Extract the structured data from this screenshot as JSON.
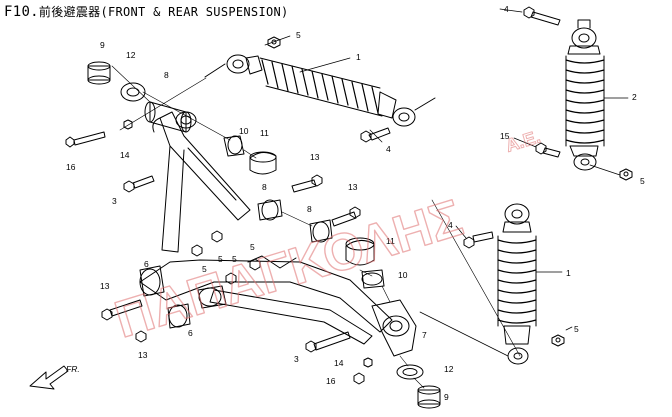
{
  "title": {
    "code": "F10.",
    "cjk": "前後避震器",
    "text": "(FRONT & REAR SUSPENSION)"
  },
  "watermark": {
    "main": "ΠΑΠΑΓΚΟΛΗΣ",
    "suffix": "Α.Ε."
  },
  "direction": {
    "label": "FR."
  },
  "callouts": {
    "c9a": "9",
    "c12a": "12",
    "c8a": "8",
    "c16a": "16",
    "c14a": "14",
    "c10a": "10",
    "c11a": "11",
    "c3a": "3",
    "c8b": "8",
    "c13a": "13",
    "c8c": "8",
    "c13b": "13",
    "c11b": "11",
    "c6a": "6",
    "c5a": "5",
    "c5b": "5",
    "c5c": "5",
    "c5d": "5",
    "c10b": "10",
    "c13c": "13",
    "c6b": "6",
    "c13d": "13",
    "c7": "7",
    "c3b": "3",
    "c14b": "14",
    "c16b": "16",
    "c12b": "12",
    "c9b": "9",
    "c5e": "5",
    "c1a": "1",
    "c4a": "4",
    "c4b": "4",
    "c2": "2",
    "c15": "15",
    "c5f": "5",
    "c4c": "4",
    "c1b": "1",
    "c5g": "5"
  },
  "colors": {
    "ink": "#000000",
    "watermark": "#e8a0a0"
  }
}
